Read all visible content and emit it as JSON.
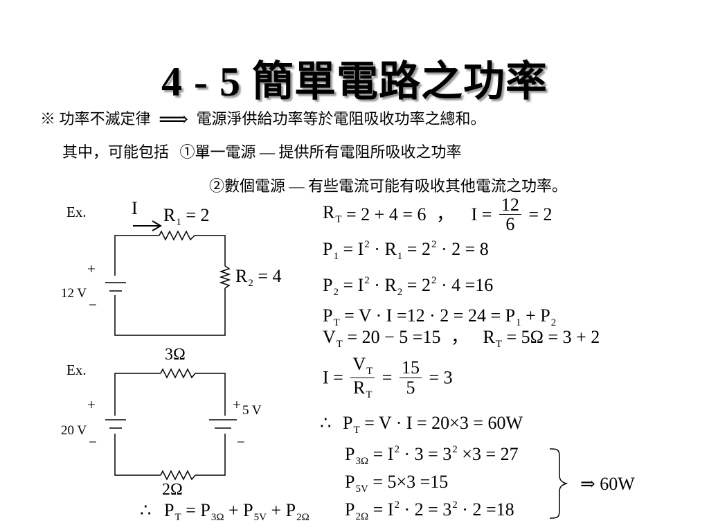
{
  "title": "4 - 5  簡單電路之功率",
  "intro": {
    "mark": "※",
    "law": "功率不滅定律",
    "arrow": "⟹",
    "statement": "電源淨供給功率等於電阻吸收功率之總和。",
    "line2_prefix": "其中，可能包括",
    "case1": "①單一電源 — 提供所有電阻所吸收之功率",
    "case2": "②數個電源 — 有些電流可能有吸收其他電流之功率。"
  },
  "example1": {
    "ex_label": "Ex.",
    "current_label": "I",
    "r1_label": "R",
    "r1_sub": "1",
    "r1_value": "= 2",
    "r2_label": "R",
    "r2_sub": "2",
    "r2_value": "= 4",
    "plus": "+",
    "minus": "−",
    "source": "12 V",
    "eq1": {
      "a": "R",
      "a_sub": "T",
      "rhs": "= 2 + 4 = 6",
      "comma": "，",
      "b": "I =",
      "num": "12",
      "den": "6",
      "b_rhs": "= 2"
    },
    "eq2": {
      "a": "P",
      "a_sub": "1",
      "mid": "= I",
      "sup1": "2",
      "dot": " · R",
      "sub2": "1",
      "rhs": "= 2",
      "sup2": "2",
      "end": " · 2 = 8"
    },
    "eq3": {
      "a": "P",
      "a_sub": "2",
      "mid": "= I",
      "sup1": "2",
      "dot": " · R",
      "sub2": "2",
      "rhs": "= 2",
      "sup2": "2",
      "end": " · 4 =16"
    },
    "eq4": {
      "a": "P",
      "a_sub": "T",
      "rhs": "= V · I =12 · 2 = 24 = P",
      "sub1": "1",
      "plus": " + P",
      "sub2": "2"
    }
  },
  "example2": {
    "ex_label": "Ex.",
    "top_resistor": "3Ω",
    "bottom_resistor": "2Ω",
    "left_plus": "+",
    "left_minus": "−",
    "left_source": "20 V",
    "right_plus": "+",
    "right_minus": "−",
    "right_source": "5 V",
    "eq1": {
      "a": "V",
      "a_sub": "T",
      "rhs": "= 20 − 5 =15",
      "comma": "，",
      "b": "R",
      "b_sub": "T",
      "b_rhs": "= 5Ω = 3 + 2"
    },
    "eq2": {
      "a": "I =",
      "num_a": "V",
      "num_sub": "T",
      "den_a": "R",
      "den_sub": "T",
      "eq": "=",
      "num2": "15",
      "den2": "5",
      "rhs": "= 3"
    },
    "eq3": {
      "therefore": "∴",
      "a": "P",
      "a_sub": "T",
      "rhs": "= V · I = 20×3 = 60W"
    },
    "eq4": {
      "a": "P",
      "a_sub": "3Ω",
      "rhs": "= I",
      "sup1": "2",
      "mid": " · 3 = 3",
      "sup2": "2",
      "end": " ×3 = 27"
    },
    "eq5": {
      "a": "P",
      "a_sub": "5V",
      "rhs": "= 5×3 =15"
    },
    "eq6": {
      "a": "P",
      "a_sub": "2Ω",
      "rhs": "= I",
      "sup1": "2",
      "mid": " · 2 = 3",
      "sup2": "2",
      "end": " · 2 =18"
    },
    "sum_result": "⇒ 60W",
    "total": {
      "therefore": "∴",
      "a": "P",
      "a_sub": "T",
      "eq": "= P",
      "s1": "3Ω",
      "p1": " + P",
      "s2": "5V",
      "p2": " + P",
      "s3": "2Ω"
    }
  }
}
